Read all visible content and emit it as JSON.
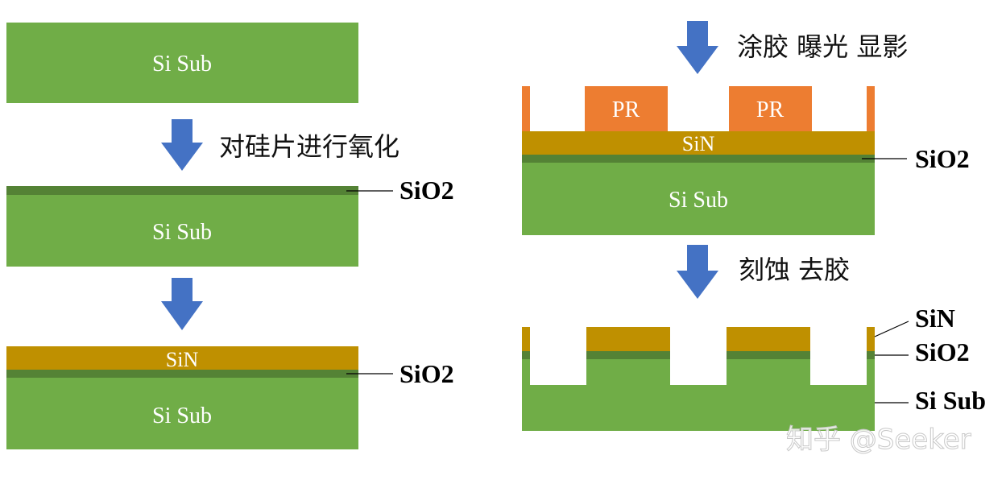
{
  "colors": {
    "si_sub": "#70ad47",
    "sio2": "#548235",
    "sin": "#bf9000",
    "pr": "#ed7d31",
    "arrow": "#4472c4"
  },
  "labels": {
    "si_sub": "Si Sub",
    "sin": "SiN",
    "pr": "PR",
    "sio2_side": "SiO2",
    "sin_side": "SiN",
    "si_sub_side": "Si Sub"
  },
  "steps": {
    "oxidize": "对硅片进行氧化",
    "litho": "涂胶 曝光 显影",
    "etch": "刻蚀 去胶"
  },
  "watermark": "知乎 @Seeker"
}
